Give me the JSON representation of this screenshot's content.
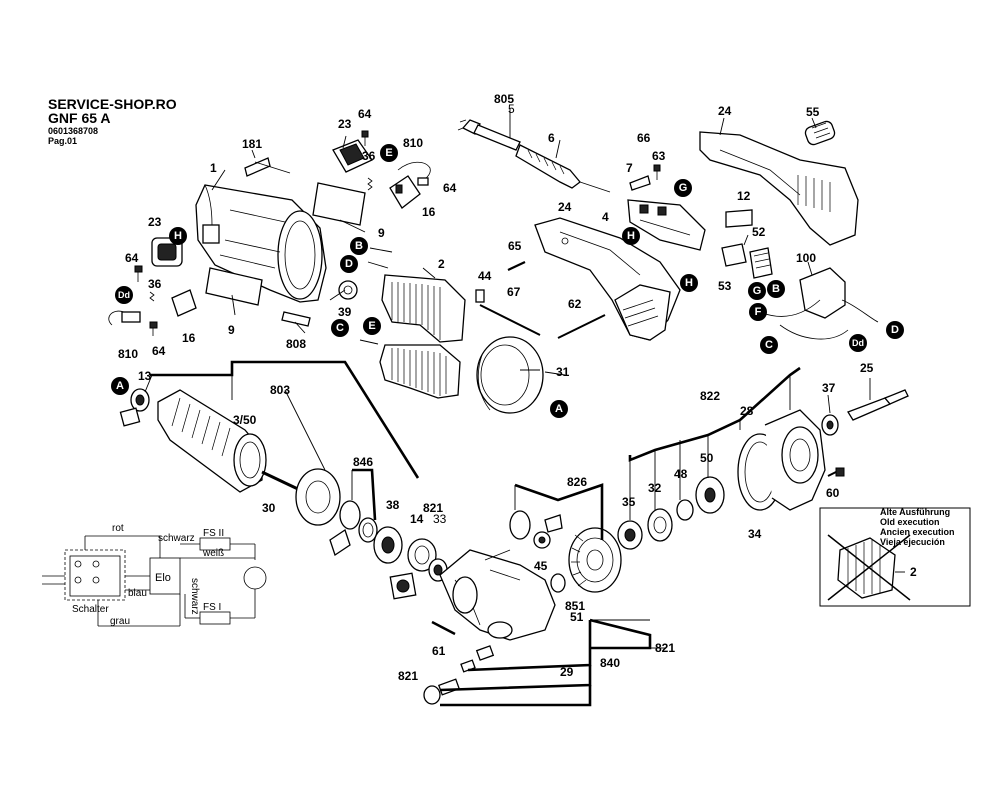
{
  "header": {
    "shop": "SERVICE-SHOP.RO",
    "model": "GNF 65 A",
    "number": "0601368708",
    "page": "Pag.01"
  },
  "part_numbers": [
    "1",
    "181",
    "23",
    "64",
    "36",
    "810",
    "16",
    "9",
    "H",
    "Dd",
    "2",
    "E",
    "B",
    "D",
    "C",
    "808",
    "44",
    "67",
    "31",
    "A",
    "805",
    "5",
    "6",
    "24",
    "65",
    "62",
    "66",
    "7",
    "63",
    "4",
    "G",
    "12",
    "52",
    "53",
    "55",
    "100",
    "F",
    "25",
    "37",
    "822",
    "28",
    "50",
    "48",
    "32",
    "35",
    "34",
    "60",
    "13",
    "803",
    "3/50",
    "846",
    "38",
    "821",
    "33",
    "14",
    "39",
    "30",
    "826",
    "45",
    "851",
    "51",
    "840",
    "29",
    "61",
    "Alte Ausführung",
    "Old execution",
    "Ancien execution",
    "Vieja ejecución"
  ],
  "labels": {
    "p1": "1",
    "p181": "181",
    "p23a": "23",
    "p64a": "64",
    "p36a": "36",
    "p810a": "810",
    "p64b": "64",
    "p16a": "16",
    "p9a": "9",
    "p23b": "23",
    "p64c": "64",
    "p36b": "36",
    "p16b": "16",
    "p64d": "64",
    "p810b": "810",
    "p9b": "9",
    "p808": "808",
    "p2": "2",
    "p44": "44",
    "p67": "67",
    "p39": "39",
    "p31": "31",
    "p805": "805",
    "p5": "5",
    "p6": "6",
    "p24a": "24",
    "p24b": "24",
    "p65": "65",
    "p62": "62",
    "p66": "66",
    "p7": "7",
    "p63": "63",
    "p4": "4",
    "p12": "12",
    "p52": "52",
    "p53": "53",
    "p55": "55",
    "p100": "100",
    "p25": "25",
    "p37": "37",
    "p822": "822",
    "p28": "28",
    "p50": "50",
    "p48": "48",
    "p32": "32",
    "p35": "35",
    "p34": "34",
    "p60": "60",
    "p13": "13",
    "p803": "803",
    "p350": "3/50",
    "p846": "846",
    "p38": "38",
    "p821a": "821",
    "p33": "33",
    "p14": "14",
    "p30": "30",
    "p826": "826",
    "p45": "45",
    "p851": "851",
    "p51": "51",
    "p821b": "821",
    "p840": "840",
    "p29": "29",
    "p821c": "821",
    "p61": "61",
    "pold2": "2"
  },
  "callouts": {
    "H": "H",
    "Dd": "Dd",
    "B": "B",
    "D": "D",
    "C": "C",
    "E": "E",
    "A": "A",
    "G": "G",
    "F": "F"
  },
  "old_execution": {
    "line1": "Alte Ausführung",
    "line2": "Old execution",
    "line3": "Ancien execution",
    "line4": "Vieja ejecución"
  },
  "wiring": {
    "rot": "rot",
    "schwarz_top": "schwarz",
    "fs2": "FS II",
    "weiss": "weiß",
    "blau": "blau",
    "elo": "Elo",
    "schwarz_side": "schwarz",
    "fs1": "FS I",
    "schalter": "Schalter",
    "grau": "grau"
  }
}
